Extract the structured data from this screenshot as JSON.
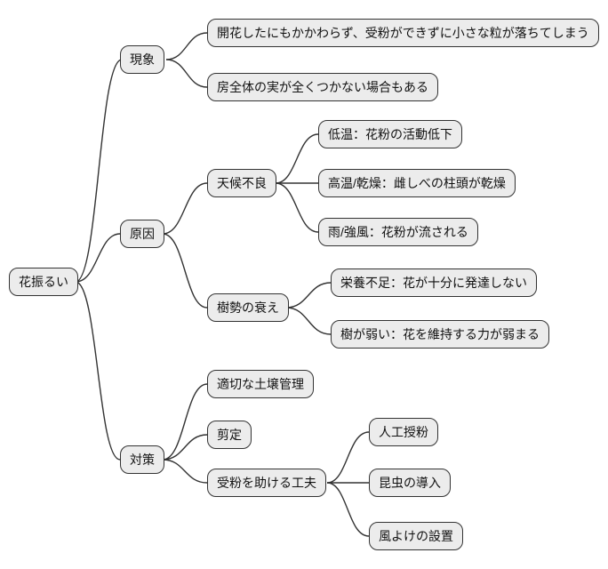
{
  "diagram": {
    "title_hint": "mindmap",
    "root": {
      "label": "花振るい"
    },
    "branches": [
      {
        "label": "現象",
        "children": [
          {
            "label": "開花したにもかかわらず、受粉ができずに小さな粒が落ちてしまう"
          },
          {
            "label": "房全体の実が全くつかない場合もある"
          }
        ]
      },
      {
        "label": "原因",
        "children": [
          {
            "label": "天候不良",
            "children": [
              {
                "label": "低温：花粉の活動低下"
              },
              {
                "label": "高温/乾燥：雌しべの柱頭が乾燥"
              },
              {
                "label": "雨/強風：花粉が流される"
              }
            ]
          },
          {
            "label": "樹勢の衰え",
            "children": [
              {
                "label": "栄養不足：花が十分に発達しない"
              },
              {
                "label": "樹が弱い：花を維持する力が弱まる"
              }
            ]
          }
        ]
      },
      {
        "label": "対策",
        "children": [
          {
            "label": "適切な土壌管理"
          },
          {
            "label": "剪定"
          },
          {
            "label": "受粉を助ける工夫",
            "children": [
              {
                "label": "人工授粉"
              },
              {
                "label": "昆虫の導入"
              },
              {
                "label": "風よけの設置"
              }
            ]
          }
        ]
      }
    ],
    "colors": {
      "background": "#ffffff",
      "node_fill": "#ececec",
      "node_border": "#333333",
      "connector": "#333333",
      "text": "#111111"
    }
  }
}
